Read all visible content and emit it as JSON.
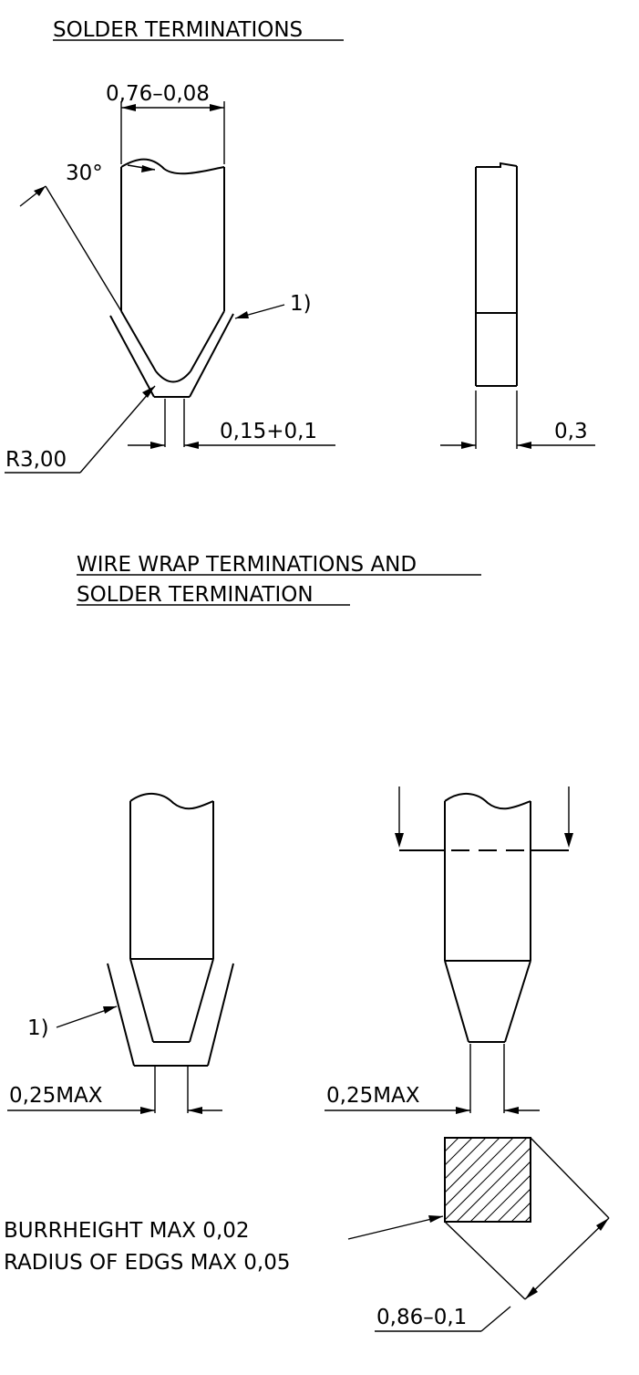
{
  "headings": {
    "solder": "SOLDER  TERMINATIONS",
    "wire_wrap_line1": "WIRE  WRAP  TERMINATIONS  AND",
    "wire_wrap_line2": "SOLDER  TERMINATION"
  },
  "dimensions": {
    "top_width": "0,76–0,08",
    "angle": "30°",
    "ref_note_top": "1)",
    "radius": "R3,00",
    "tip_width": "0,15+0,1",
    "side_thickness": "0,3",
    "ref_note_bottom": "1)",
    "max_left": "0,25MAX",
    "max_right": "0,25MAX",
    "diagonal": "0,86–0,1"
  },
  "notes": {
    "burr": "BURRHEIGHT  MAX  0,02",
    "radius": "RADIUS  OF  EDGS  MAX  0,05"
  },
  "colors": {
    "line": "#000000",
    "background": "#ffffff"
  }
}
